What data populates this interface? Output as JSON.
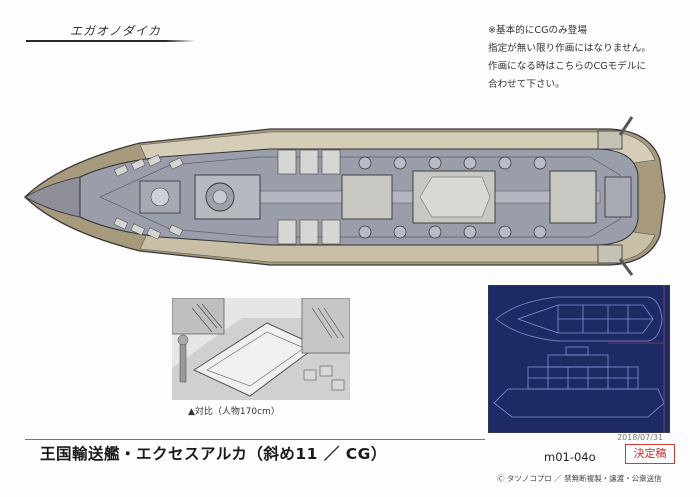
{
  "header": {
    "label": "エガオノダイカ"
  },
  "notes": {
    "lines": [
      "※基本的にCGのみ登場",
      "指定が無い限り作画にはなりません。",
      "作画になる時はこちらのCGモデルに",
      "合わせて下さい。"
    ]
  },
  "render3d": {
    "caption": "▲対比（人物170cm）"
  },
  "footer": {
    "title": "王国輸送艦・エクセスアルカ（斜め11 ／ CG）",
    "code": "m01-04o",
    "date": "2018/07/31",
    "stamp": "決定稿",
    "copyright": "Ⓒ タツノコプロ ／ 禁無断複製・譲渡・公衆送信"
  },
  "colors": {
    "deck": "#9a9eab",
    "deck_dark": "#6f7381",
    "hull_tan": "#a79a7c",
    "hull_light": "#d5cdb8",
    "blueprint_bg": "#1e2a63",
    "blueprint_line": "#7f92d8",
    "stamp_red": "#d23a3a"
  }
}
